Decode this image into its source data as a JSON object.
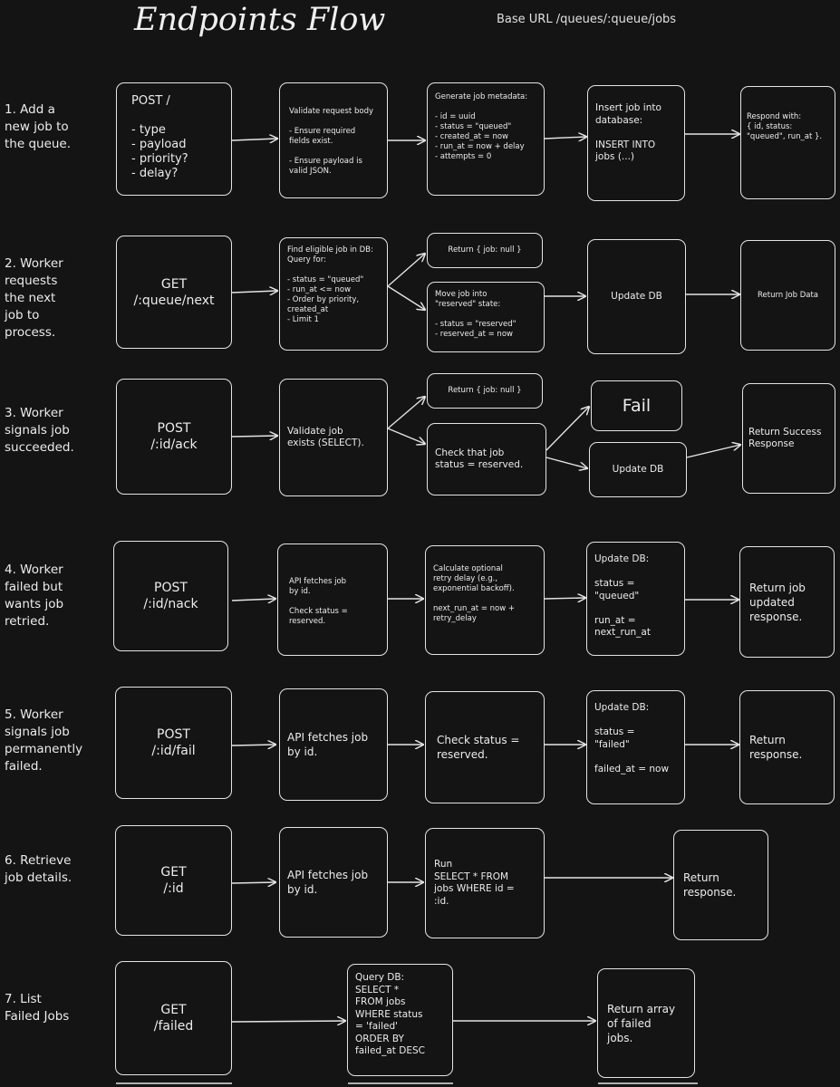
{
  "title": "Endpoints Flow",
  "base_url": "Base URL /queues/:queue/jobs",
  "rows": {
    "r1": {
      "label": "1. Add a\nnew job to\nthe queue.",
      "endpoint": "POST /\n\n  - type\n  - payload\n  - priority?\n  - delay?",
      "b1": "Validate request body\n\n- Ensure required\nfields exist.\n\n- Ensure payload is\nvalid JSON.",
      "b2": "Generate job metadata:\n\n- id = uuid\n- status = \"queued\"\n- created_at = now\n- run_at = now + delay\n- attempts = 0",
      "b3": "Insert job into\ndatabase:\n\nINSERT INTO\njobs (...)",
      "b4": "Respond with:\n{ id, status:\n\"queued\", run_at }."
    },
    "r2": {
      "label": "2. Worker\nrequests\nthe next\njob to\nprocess.",
      "endpoint": "GET\n/:queue/next",
      "b1": "Find eligible job in DB:\nQuery for:\n\n- status = \"queued\"\n- run_at <= now\n- Order by priority,\n   created_at\n- Limit 1",
      "b2a": "Return { job: null }",
      "b2b": "Move job into\n\"reserved\" state:\n\n- status = \"reserved\"\n- reserved_at = now",
      "b3": "Update DB",
      "b4": "Return Job Data"
    },
    "r3": {
      "label": "3. Worker\nsignals job\nsucceeded.",
      "endpoint": "POST\n/:id/ack",
      "b1": "Validate job\nexists (SELECT).",
      "b2a": "Return { job: null }",
      "b2b": "Check that job\nstatus = reserved.",
      "b3a": "Fail",
      "b3b": "Update DB",
      "b4": "Return Success\nResponse"
    },
    "r4": {
      "label": "4. Worker\nfailed but\nwants job\nretried.",
      "endpoint": "POST\n/:id/nack",
      "b1": "API fetches job\nby id.\n\nCheck status =\nreserved.",
      "b2": "Calculate optional\nretry delay (e.g.,\nexponential backoff).\n\nnext_run_at = now +\nretry_delay",
      "b3": "Update DB:\n\nstatus =\n\"queued\"\n\nrun_at =\nnext_run_at",
      "b4": "Return job\nupdated\nresponse."
    },
    "r5": {
      "label": "5. Worker\nsignals job\npermanently\nfailed.",
      "endpoint": "POST\n/:id/fail",
      "b1": "API fetches job\nby id.",
      "b2": "Check status =\nreserved.",
      "b3": "Update DB:\n\nstatus =\n\"failed\"\n\nfailed_at = now",
      "b4": "Return\nresponse."
    },
    "r6": {
      "label": "6. Retrieve\njob details.",
      "endpoint": "GET\n/:id",
      "b1": "API fetches job\nby id.",
      "b2": "Run\nSELECT * FROM\njobs WHERE id =\n:id.",
      "b3": "Return\nresponse."
    },
    "r7": {
      "label": "7. List\nFailed Jobs",
      "endpoint": "GET\n/failed",
      "b1": "Query DB:\nSELECT *\nFROM jobs\nWHERE status\n= 'failed'\nORDER BY\nfailed_at DESC",
      "b2": "Return array\nof failed\njobs."
    }
  }
}
